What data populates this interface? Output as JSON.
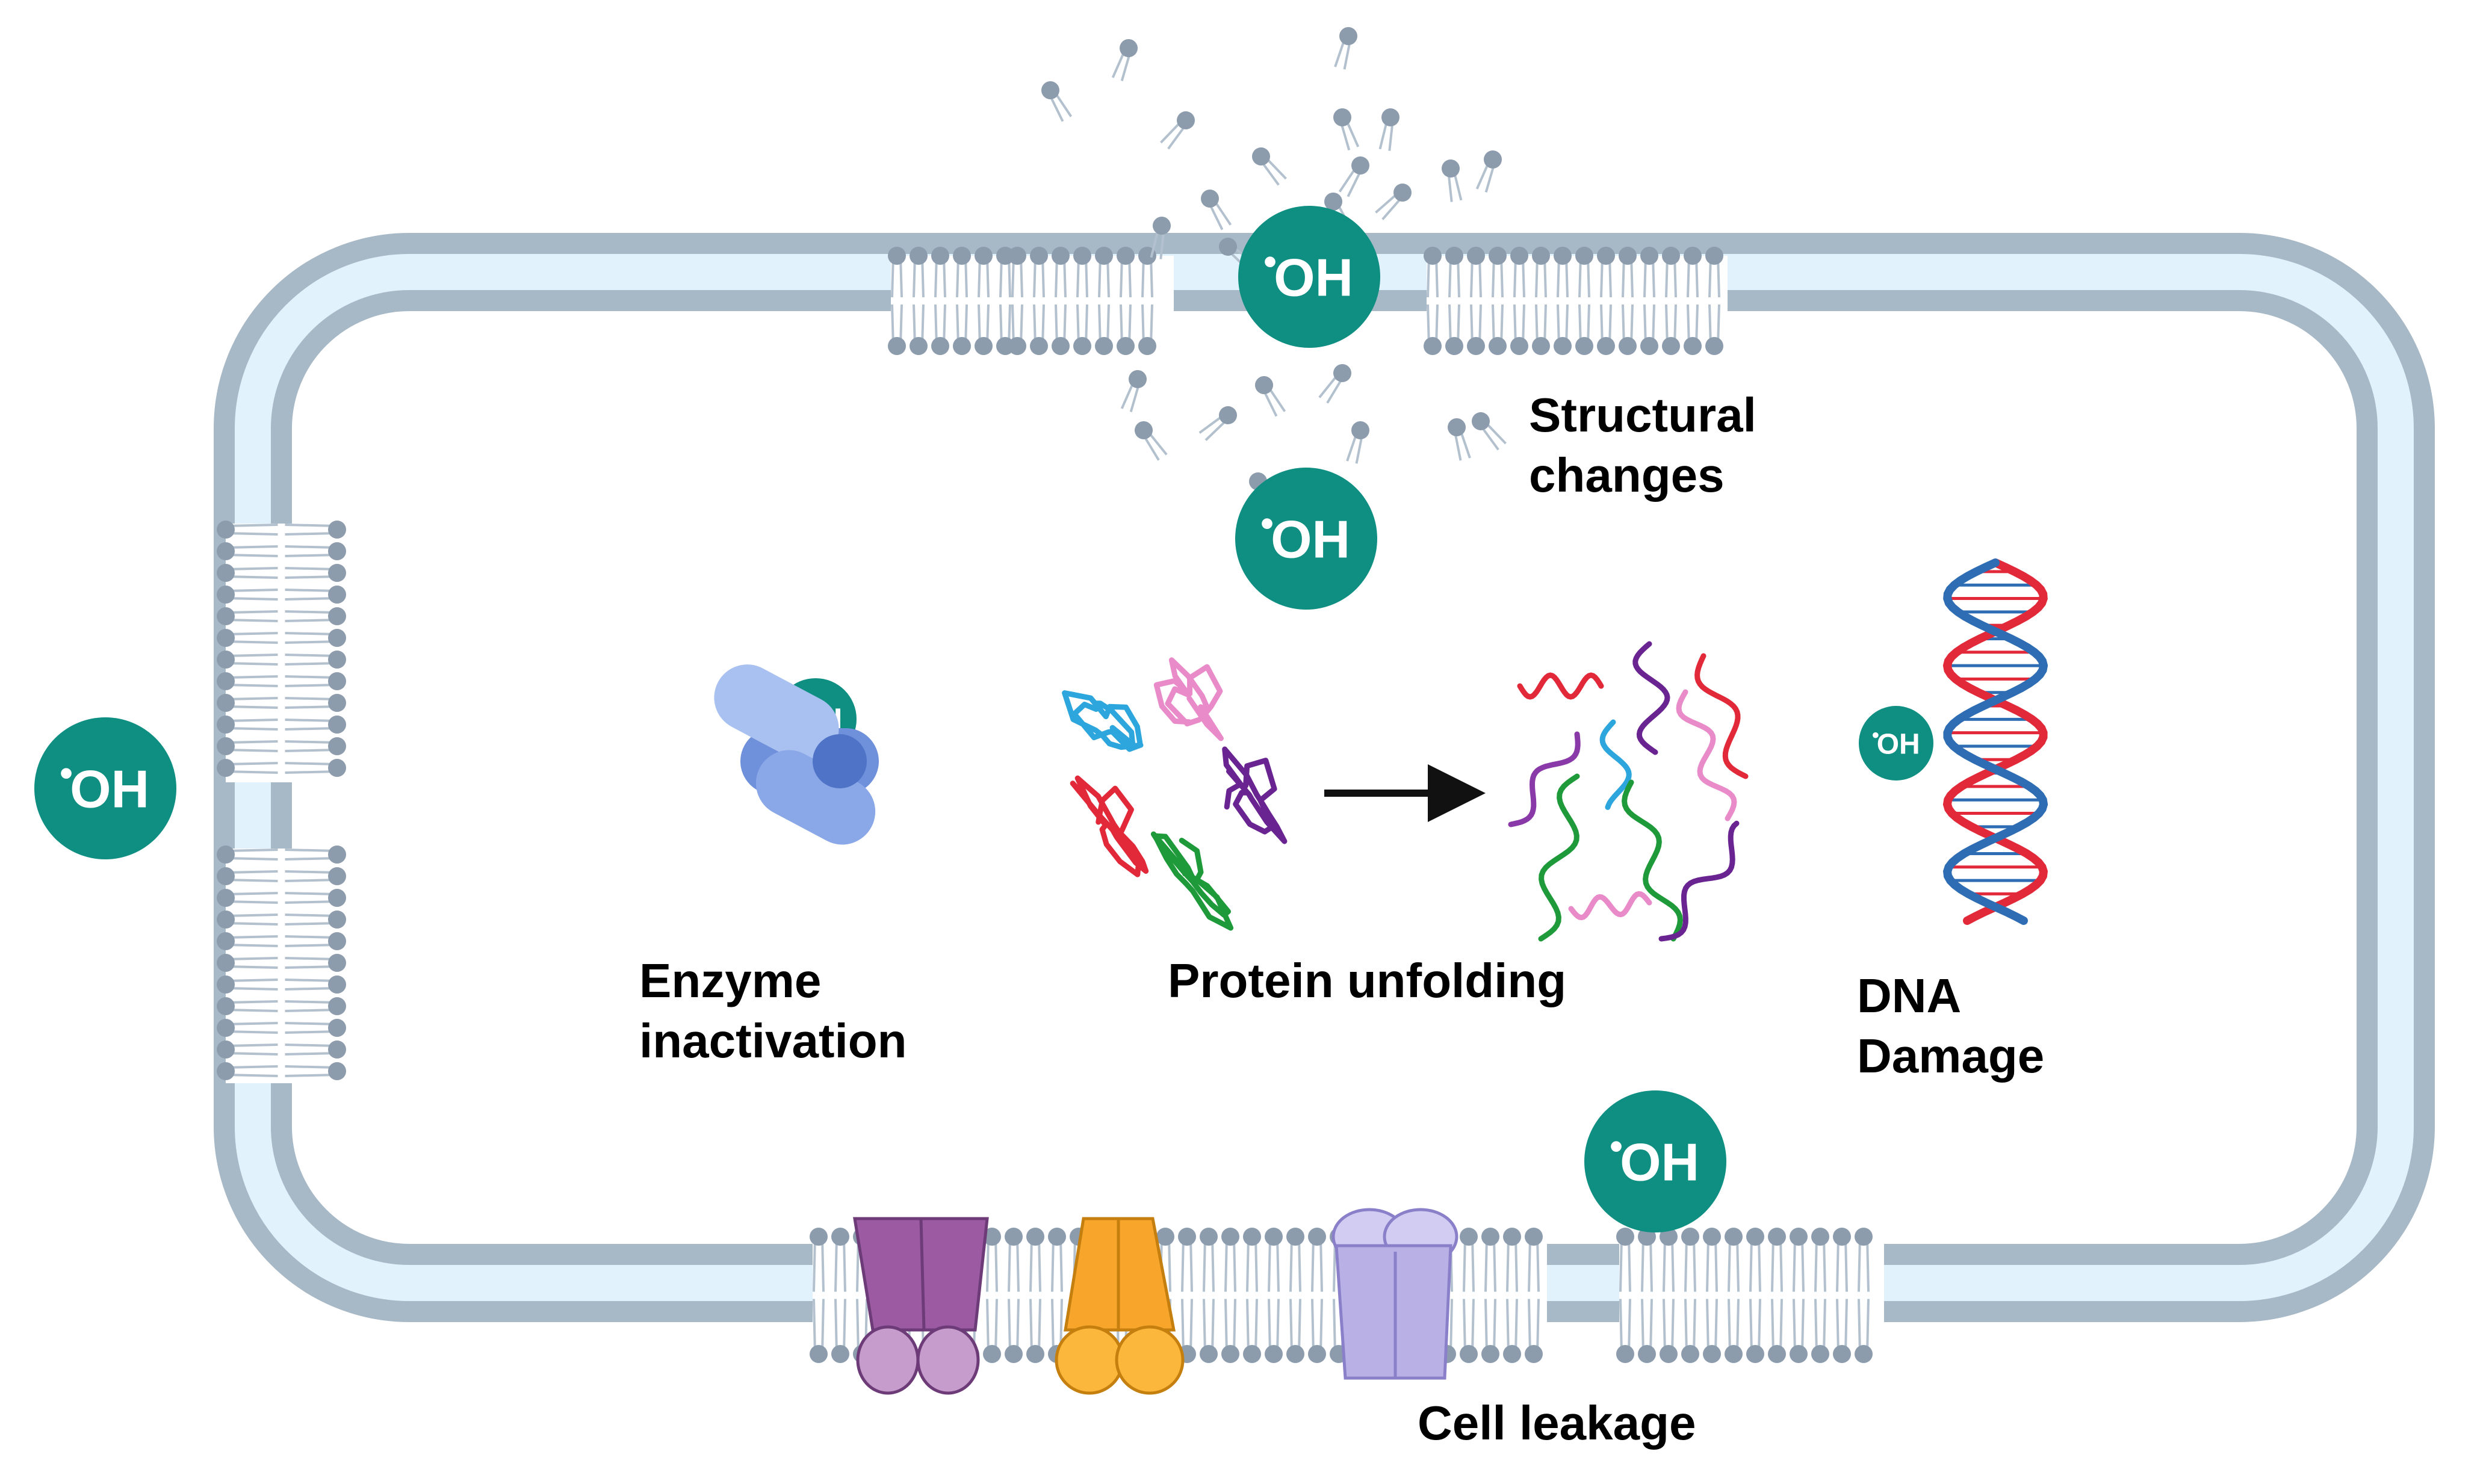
{
  "colors": {
    "membrane_outer": "#a7b8c6",
    "membrane_inner": "#e2f2fc",
    "lipid_head": "#8c9cad",
    "lipid_tail": "#b3c1ce",
    "radical": "#0f8f82",
    "radical_text": "#ffffff",
    "enzyme_light": "#a9c1f0",
    "enzyme_dark": "#6f90da",
    "arrow": "#111111",
    "dna_red": "#e2293a",
    "dna_blue": "#2e6db3",
    "channel_purple": "#9b5aa2",
    "channel_orange": "#f7a52b",
    "channel_lavender": "#b9b0e6"
  },
  "radical": {
    "symbol": "OH",
    "radical_dot": "•"
  },
  "labels": {
    "structural_changes": [
      "Structural",
      "changes"
    ],
    "enzyme_inactivation": [
      "Enzyme",
      "inactivation"
    ],
    "protein_unfolding": "Protein unfolding",
    "dna_damage": [
      "DNA",
      "Damage"
    ],
    "cell_leakage": "Cell leakage"
  },
  "icons": {
    "membrane": "lipid-bilayer-icon",
    "radical": "hydroxyl-radical-icon",
    "enzyme": "enzyme-icon",
    "folded_protein": "folded-protein-icon",
    "unfolded_protein": "unfolded-protein-icon",
    "dna": "dna-helix-icon",
    "channel": "membrane-channel-icon",
    "arrow": "arrow-right-icon"
  }
}
